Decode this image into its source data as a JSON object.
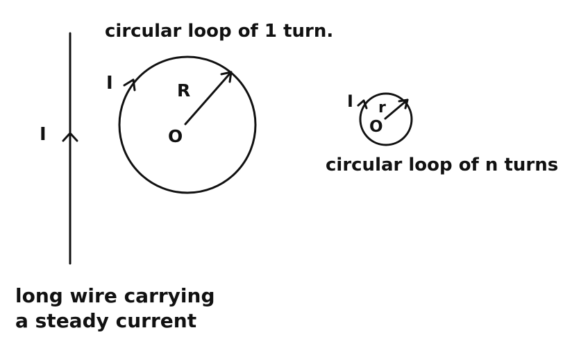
{
  "wire": {
    "current_label": "I",
    "caption_line1": "long wire carrying",
    "caption_line2": "a steady current"
  },
  "loop_one_turn": {
    "title": "circular loop of 1 turn.",
    "current_label": "I",
    "radius_label": "R",
    "center_label": "O"
  },
  "loop_n_turns": {
    "current_label": "I",
    "radius_label": "r",
    "center_label": "O",
    "caption": "circular loop of n turns"
  },
  "colors": {
    "ink": "#111111",
    "background": "#ffffff"
  }
}
